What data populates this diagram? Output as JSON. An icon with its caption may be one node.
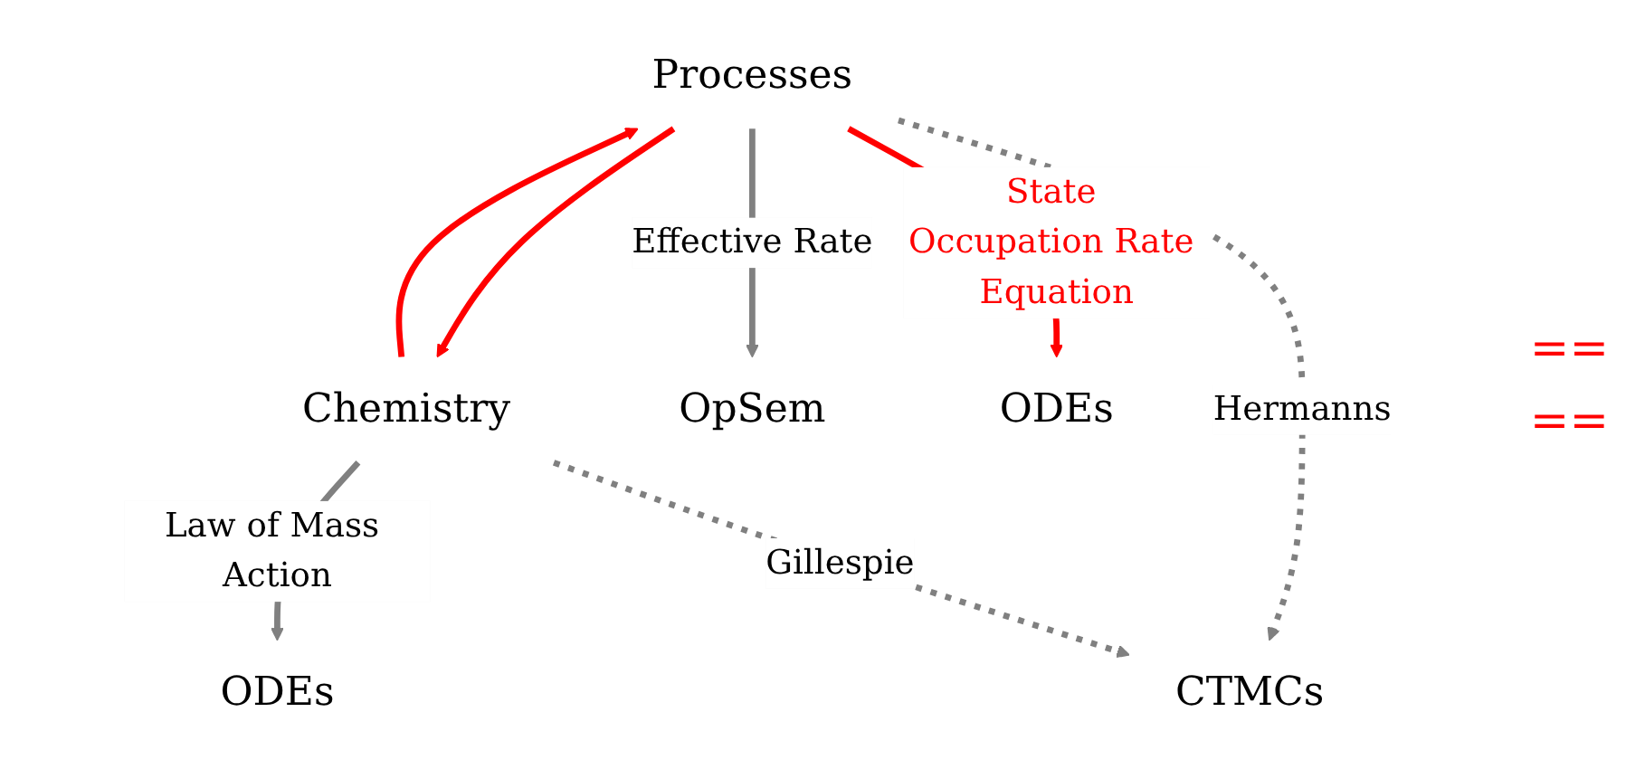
{
  "diagram": {
    "nodes": [
      {
        "text": [
          "Processes"
        ]
      },
      {
        "text": [
          "Chemistry"
        ]
      },
      {
        "text": [
          "OpSem"
        ]
      },
      {
        "text": [
          "ODEs"
        ]
      },
      {
        "text": [
          "ODEs"
        ]
      },
      {
        "text": [
          "CTMCs"
        ]
      }
    ],
    "edges": [
      {
        "from": 0,
        "to": 1,
        "arrow": "to",
        "color": "#ff0000"
      },
      {
        "from": 1,
        "to": 0,
        "arrow": "to",
        "color": "#ff0000"
      },
      {
        "from": 0,
        "to": 2,
        "arrow": "to",
        "label": "Effective Rate"
      },
      {
        "from": 0,
        "to": 3,
        "arrow": "to",
        "label": "State Occupation Rate Equation",
        "color": "#ff0000"
      },
      {
        "from": 1,
        "to": 4,
        "arrow": "to",
        "label": "Law of Mass Action"
      },
      {
        "from": 0,
        "to": 5,
        "arrow": "to",
        "label": "Hermanns",
        "style": "dashed"
      },
      {
        "from": 1,
        "to": 5,
        "arrow": "to",
        "label": "Gillespie",
        "style": "dashed"
      }
    ],
    "labels": [
      "==",
      "=="
    ]
  }
}
